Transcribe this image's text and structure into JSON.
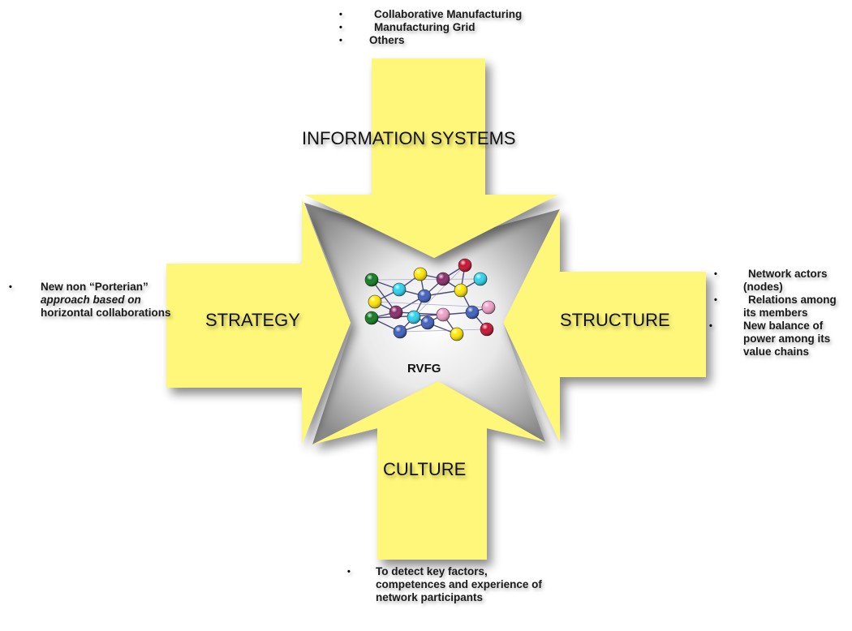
{
  "diagram": {
    "center_label": "RVFG",
    "top": {
      "label": "INFORMATION SYSTEMS",
      "bullets": [
        "Collaborative Manufacturing",
        "Manufacturing Grid",
        "Others"
      ]
    },
    "left": {
      "label": "STRATEGY",
      "bullet_part1": "New non “Porterian”",
      "bullet_part2": "approach based on",
      "bullet_part3": "horizontal collaborations"
    },
    "right": {
      "label": "STRUCTURE",
      "bullets": [
        "Network actors (nodes)",
        "Relations among its members",
        "New balance of power among its value chains"
      ]
    },
    "bottom": {
      "label": "CULTURE",
      "bullets": [
        "To detect key factors, competences and experience of network participants"
      ]
    },
    "colors": {
      "arrow_fill": "#fff77a",
      "center_gradient_light": "#ffffff",
      "center_gradient_dark": "#8a8a8a",
      "node_blue": "#3d5fbf",
      "node_yellow": "#ffe800",
      "node_cyan": "#2ad4f0",
      "node_green": "#0f7a1f",
      "node_purple": "#8a2a6a",
      "node_red": "#c8102e",
      "node_pink": "#f2a0c8"
    }
  }
}
